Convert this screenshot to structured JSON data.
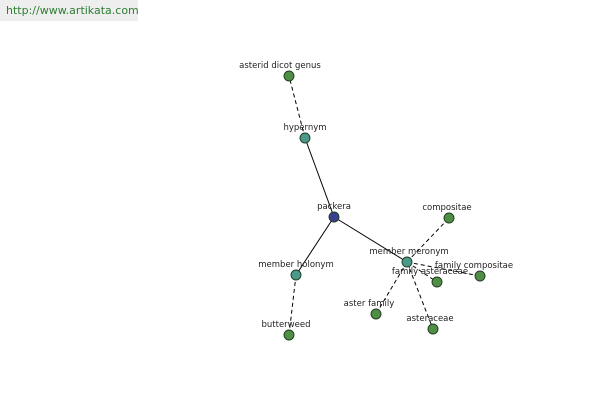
{
  "header": {
    "url": "http://www.artikata.com"
  },
  "colors": {
    "root": "#3a3f8f",
    "relation": "#4a9a8c",
    "leaf": "#4f8f45"
  },
  "graph": {
    "nodes": [
      {
        "id": "packera",
        "label": "packera",
        "kind": "root"
      },
      {
        "id": "hypernym",
        "label": "hypernym",
        "kind": "relation"
      },
      {
        "id": "asterid-dicot-genus",
        "label": "asterid dicot genus",
        "kind": "leaf"
      },
      {
        "id": "member-holonym",
        "label": "member holonym",
        "kind": "relation"
      },
      {
        "id": "butterweed",
        "label": "butterweed",
        "kind": "leaf"
      },
      {
        "id": "member-meronym",
        "label": "member meronym",
        "kind": "relation"
      },
      {
        "id": "compositae",
        "label": "compositae",
        "kind": "leaf"
      },
      {
        "id": "family-compositae",
        "label": "family compositae",
        "kind": "leaf"
      },
      {
        "id": "family-asteraceae",
        "label": "family asteraceae",
        "kind": "leaf"
      },
      {
        "id": "aster-family",
        "label": "aster family",
        "kind": "leaf"
      },
      {
        "id": "asteraceae",
        "label": "asteraceae",
        "kind": "leaf"
      }
    ],
    "edges": [
      {
        "from": "packera",
        "to": "hypernym",
        "style": "solid"
      },
      {
        "from": "packera",
        "to": "member-holonym",
        "style": "solid"
      },
      {
        "from": "packera",
        "to": "member-meronym",
        "style": "solid"
      },
      {
        "from": "hypernym",
        "to": "asterid-dicot-genus",
        "style": "dashed"
      },
      {
        "from": "member-holonym",
        "to": "butterweed",
        "style": "dashed"
      },
      {
        "from": "member-meronym",
        "to": "compositae",
        "style": "dashed"
      },
      {
        "from": "member-meronym",
        "to": "family-compositae",
        "style": "dashed"
      },
      {
        "from": "member-meronym",
        "to": "family-asteraceae",
        "style": "dashed"
      },
      {
        "from": "member-meronym",
        "to": "aster-family",
        "style": "dashed"
      },
      {
        "from": "member-meronym",
        "to": "asteraceae",
        "style": "dashed"
      }
    ]
  }
}
